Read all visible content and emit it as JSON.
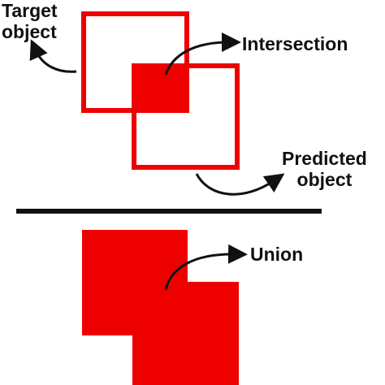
{
  "labels": {
    "target_line1": "Target",
    "target_line2": "object",
    "intersection": "Intersection",
    "predicted_line1": "Predicted",
    "predicted_line2": "object",
    "union": "Union"
  },
  "colors": {
    "box_red": "#ee0000",
    "line_black": "#111111"
  },
  "icons": {
    "arrow": "curved-arrow-icon"
  }
}
